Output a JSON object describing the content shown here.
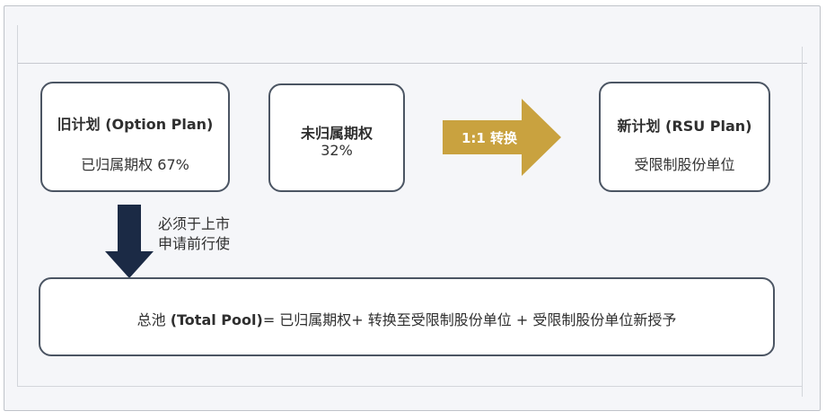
{
  "old_plan": {
    "title": "旧计划 (Option Plan)",
    "vested": "已归属期权 67%"
  },
  "unvested": {
    "title": "未归属期权",
    "percent": "32%"
  },
  "conversion": {
    "label": "1:1 转换",
    "color": "#c9a23f"
  },
  "new_plan": {
    "title": "新计划 (RSU Plan)",
    "subtitle": "受限制股份单位"
  },
  "exercise_note": {
    "line1": "必须于上市",
    "line2": "申请前行使",
    "arrow_color": "#1b2a45"
  },
  "total_pool": {
    "prefix": "总池 ",
    "bold": "(Total Pool)",
    "rest": "= 已归属期权+ 转换至受限制股份单位 + 受限制股份单位新授予"
  }
}
